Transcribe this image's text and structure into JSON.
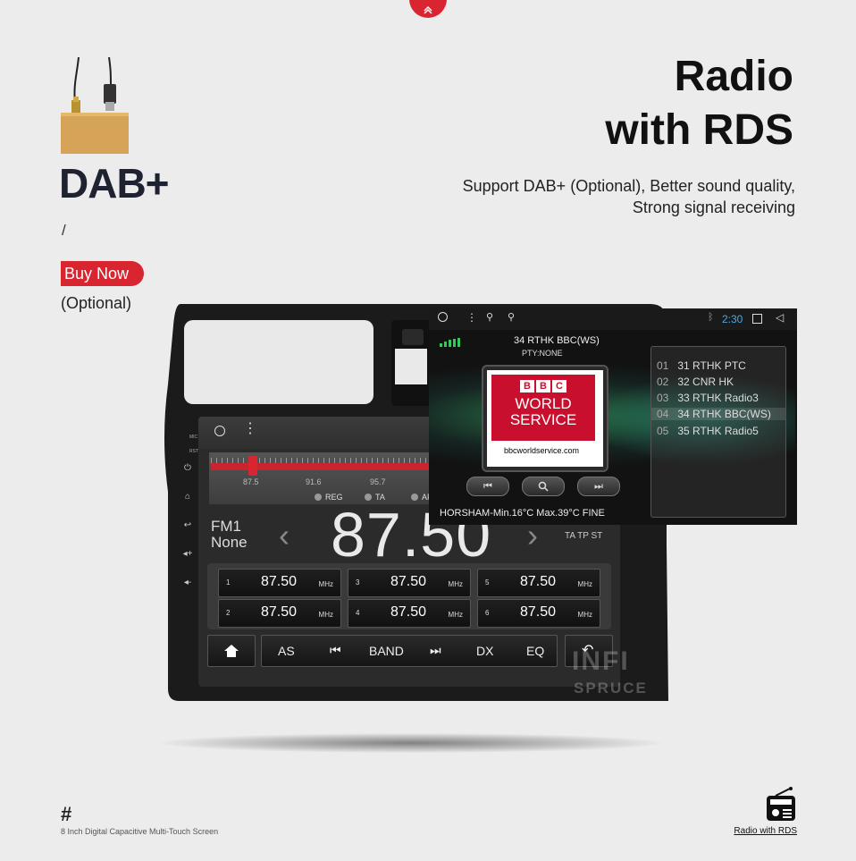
{
  "heading": {
    "title_line1": "Radio",
    "title_line2": "with RDS",
    "subtitle_line1": "Support DAB+ (Optional), Better sound quality,",
    "subtitle_line2": "Strong signal receiving"
  },
  "dab": {
    "title": "DAB+",
    "slash": "/",
    "buy_now": "Buy Now",
    "optional": "(Optional)"
  },
  "head_unit": {
    "side_labels": [
      "MIC",
      "RST"
    ],
    "tuner_ticks": [
      "87.5",
      "91.6",
      "95.7"
    ],
    "tuner_options": [
      "REG",
      "TA",
      "AF"
    ],
    "band": "FM1",
    "pty": "None",
    "frequency": "87.50",
    "flags": "TA TP ST",
    "presets": [
      {
        "num": "1",
        "freq": "87.50",
        "unit": "MHz"
      },
      {
        "num": "3",
        "freq": "87.50",
        "unit": "MHz"
      },
      {
        "num": "5",
        "freq": "87.50",
        "unit": "MHz"
      },
      {
        "num": "2",
        "freq": "87.50",
        "unit": "MHz"
      },
      {
        "num": "4",
        "freq": "87.50",
        "unit": "MHz"
      },
      {
        "num": "6",
        "freq": "87.50",
        "unit": "MHz"
      }
    ],
    "controls": {
      "as": "AS",
      "band": "BAND",
      "dx": "DX",
      "eq": "EQ"
    }
  },
  "rds": {
    "time": "2:30",
    "station": "34 RTHK BBC(WS)",
    "pty": "PTY:NONE",
    "logo_letters": [
      "B",
      "B",
      "C"
    ],
    "logo_line1": "WORLD",
    "logo_line2": "SERVICE",
    "logo_url": "bbcworldservice.com",
    "weather": "HORSHAM-Min.16°C Max.39°C FINE",
    "stations": [
      {
        "num": "01",
        "name": "31 RTHK PTC"
      },
      {
        "num": "02",
        "name": "32 CNR HK"
      },
      {
        "num": "03",
        "name": "33 RTHK Radio3"
      },
      {
        "num": "04",
        "name": "34 RTHK BBC(WS)"
      },
      {
        "num": "05",
        "name": "35 RTHK Radio5"
      }
    ]
  },
  "watermark": {
    "line1": "INFI",
    "line2": "SPRUCE"
  },
  "footer": {
    "hash": "#",
    "left_caption": "8 Inch Digital Capacitive Multi-Touch Screen",
    "right_caption": "Radio with RDS"
  },
  "colors": {
    "accent": "#d8252f",
    "bbc_red": "#c8102e",
    "time_blue": "#4aa8e8"
  }
}
